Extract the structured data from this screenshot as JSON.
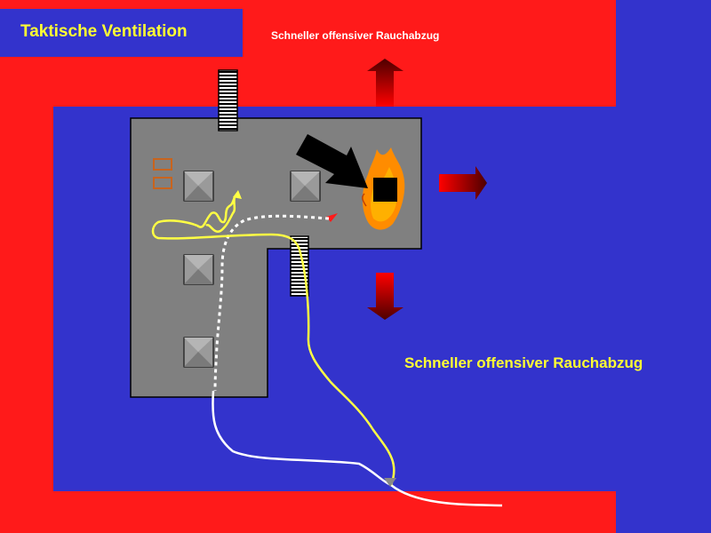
{
  "title": "Taktische Ventilation",
  "labels": {
    "top": "Schneller offensiver Rauchabzug",
    "right": "Schneller offensiver Rauchabzug"
  },
  "colors": {
    "red": "#ff1a1a",
    "blue": "#3333cc",
    "building_fill": "#808080",
    "hose_yellow": "#ffff44",
    "hose_white": "#ffffff",
    "text_yellow": "#ffff33",
    "fire": "#ff8c00",
    "arrow_dark": "#4d0000"
  },
  "icons": {
    "fan": "black-arrow-fan-icon",
    "fire": "fire-icon",
    "smoke_exit": "smoke-exit-arrow-icon",
    "ladder": "ladder-opening-icon"
  }
}
